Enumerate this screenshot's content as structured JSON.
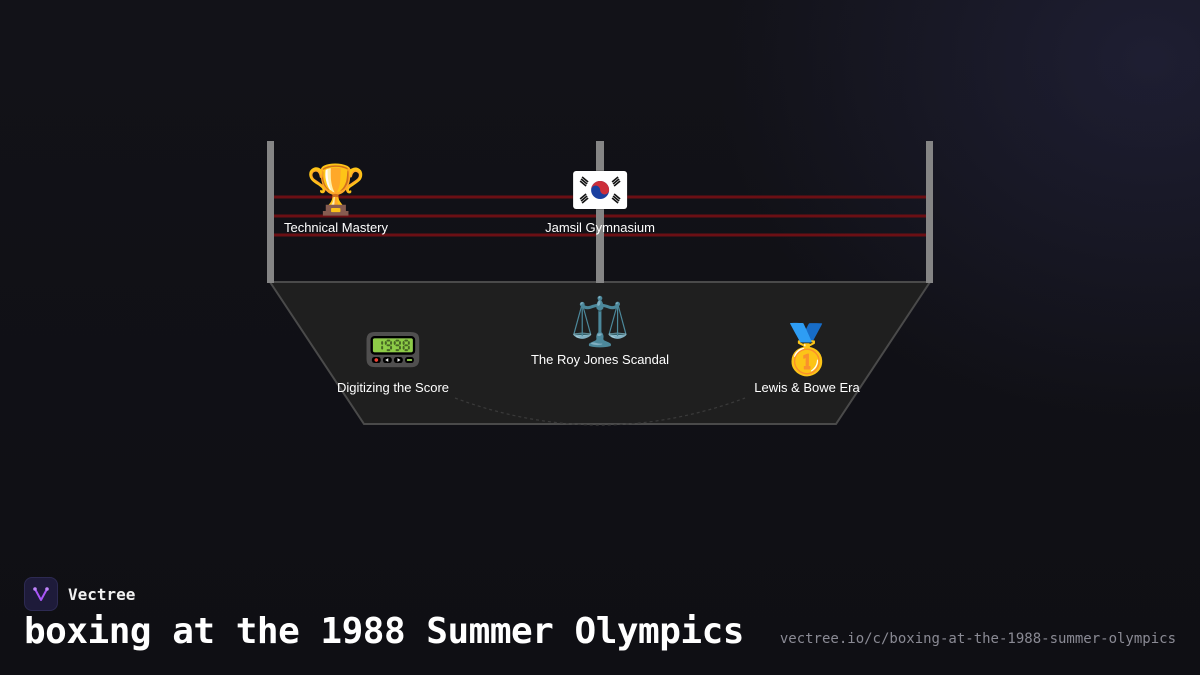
{
  "nodes": {
    "technical_mastery": {
      "emoji": "🏆",
      "label": "Technical Mastery",
      "icon": "trophy-icon"
    },
    "jamsil": {
      "emoji": "🇰🇷",
      "label": "Jamsil Gymnasium",
      "icon": "south-korea-flag-icon"
    },
    "roy_jones": {
      "emoji": "⚖️",
      "label": "The Roy Jones Scandal",
      "icon": "scales-icon"
    },
    "digitizing": {
      "emoji": "📟",
      "label": "Digitizing the Score",
      "icon": "pager-icon"
    },
    "lewis_bowe": {
      "emoji": "🥇",
      "label": "Lewis & Bowe Era",
      "icon": "gold-medal-icon"
    }
  },
  "footer": {
    "brand": "Vectree",
    "title": "boxing at the 1988 Summer Olympics",
    "url": "vectree.io/c/boxing-at-the-1988-summer-olympics"
  },
  "colors": {
    "background": "#121218",
    "ring_floor": "#202020",
    "ring_post": "#8a8a8a",
    "rope": "#6b0f14",
    "brand_accent": "#a855f7"
  }
}
